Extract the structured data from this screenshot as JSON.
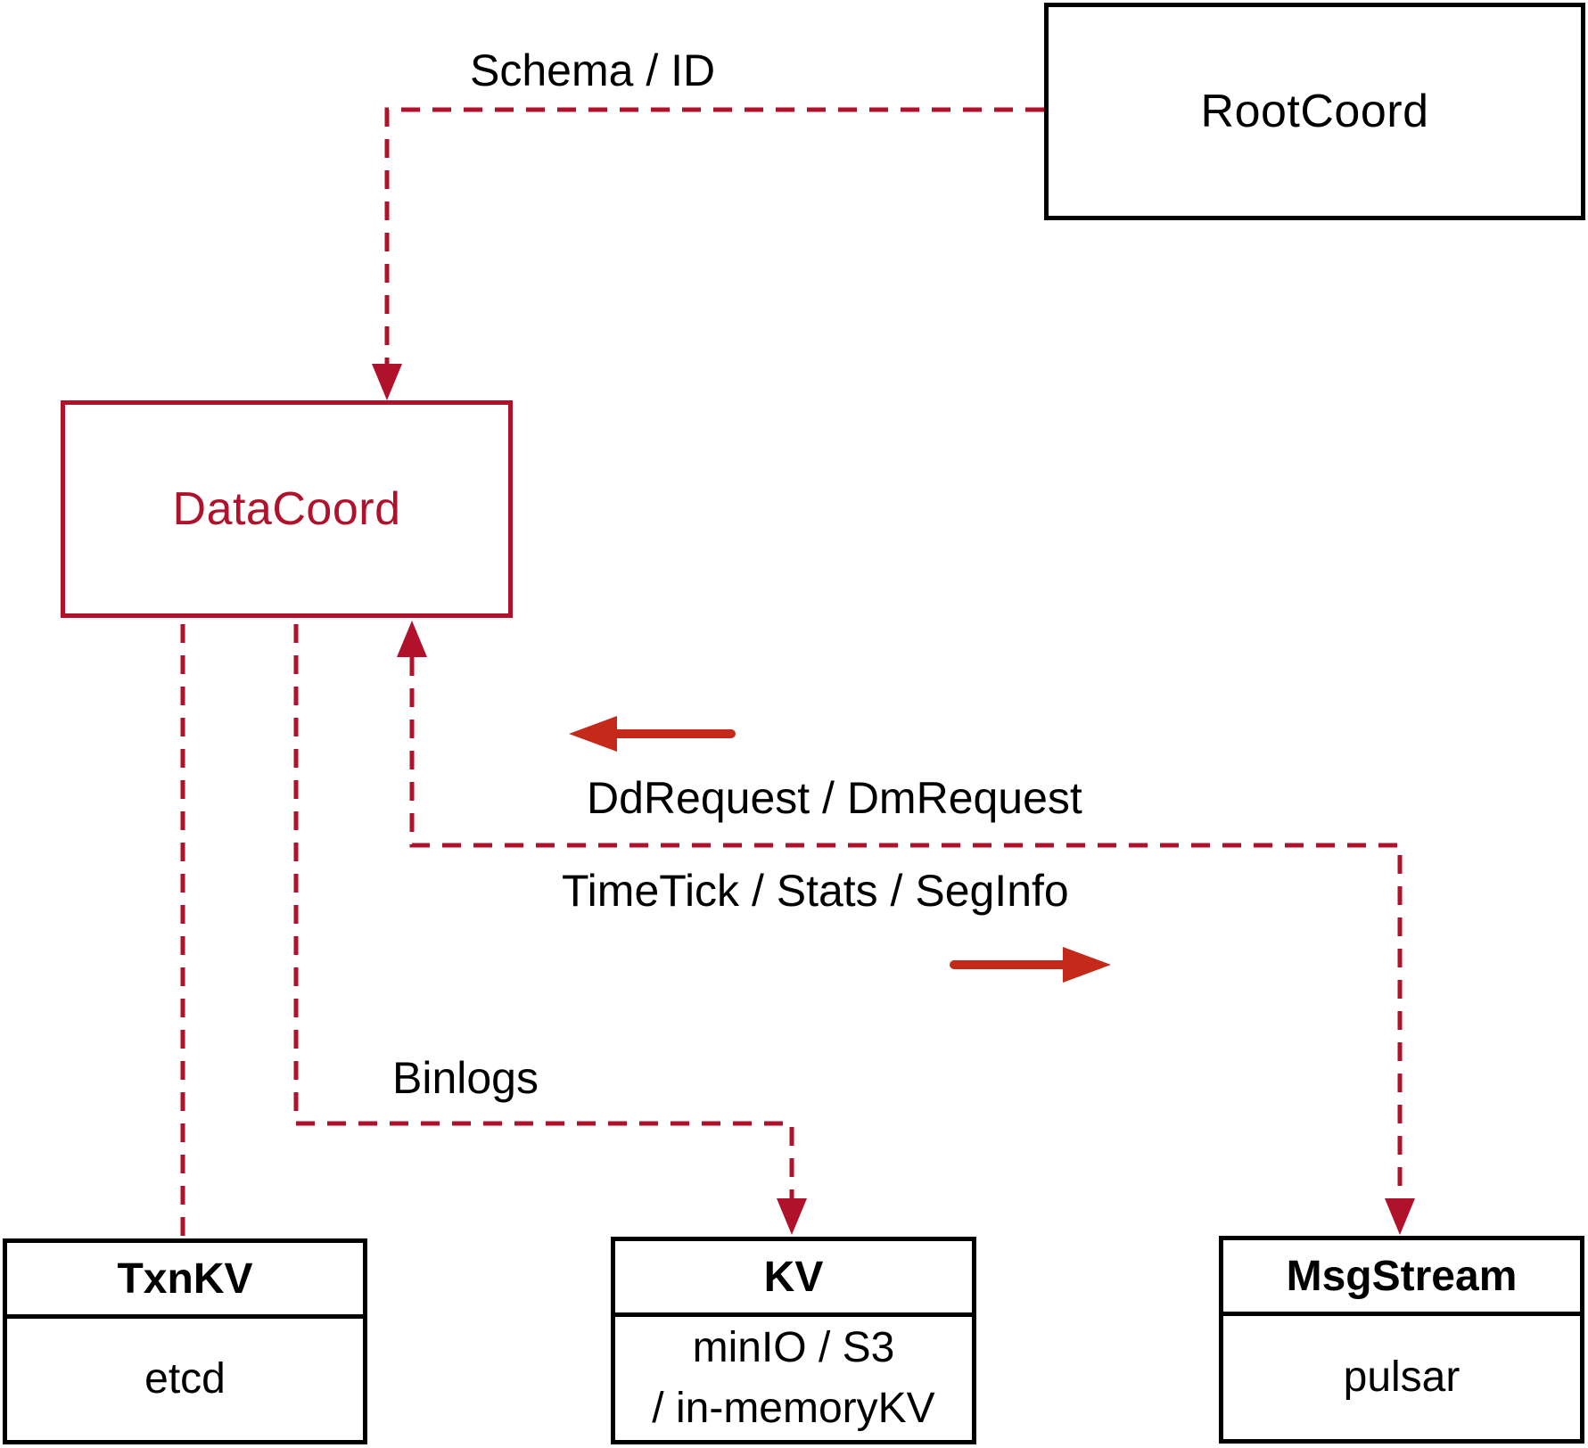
{
  "diagram": {
    "colors": {
      "crimson_lines": "#b0112b",
      "solid_flow_arrows": "#c5291a",
      "box_border": "#000000",
      "text": "#000000",
      "background": "#ffffff"
    },
    "nodes": {
      "rootcoord": {
        "label": "RootCoord"
      },
      "datacoord": {
        "label": "DataCoord"
      },
      "txnkv": {
        "title": "TxnKV",
        "body": "etcd"
      },
      "kv": {
        "title": "KV",
        "body_line1": "minIO / S3",
        "body_line2": "/ in-memoryKV"
      },
      "msgstream": {
        "title": "MsgStream",
        "body": "pulsar"
      }
    },
    "edge_labels": {
      "schema_id": "Schema / ID",
      "dd_dm_request": "DdRequest / DmRequest",
      "timetick_stats_seginfo": "TimeTick / Stats / SegInfo",
      "binlogs": "Binlogs"
    }
  }
}
